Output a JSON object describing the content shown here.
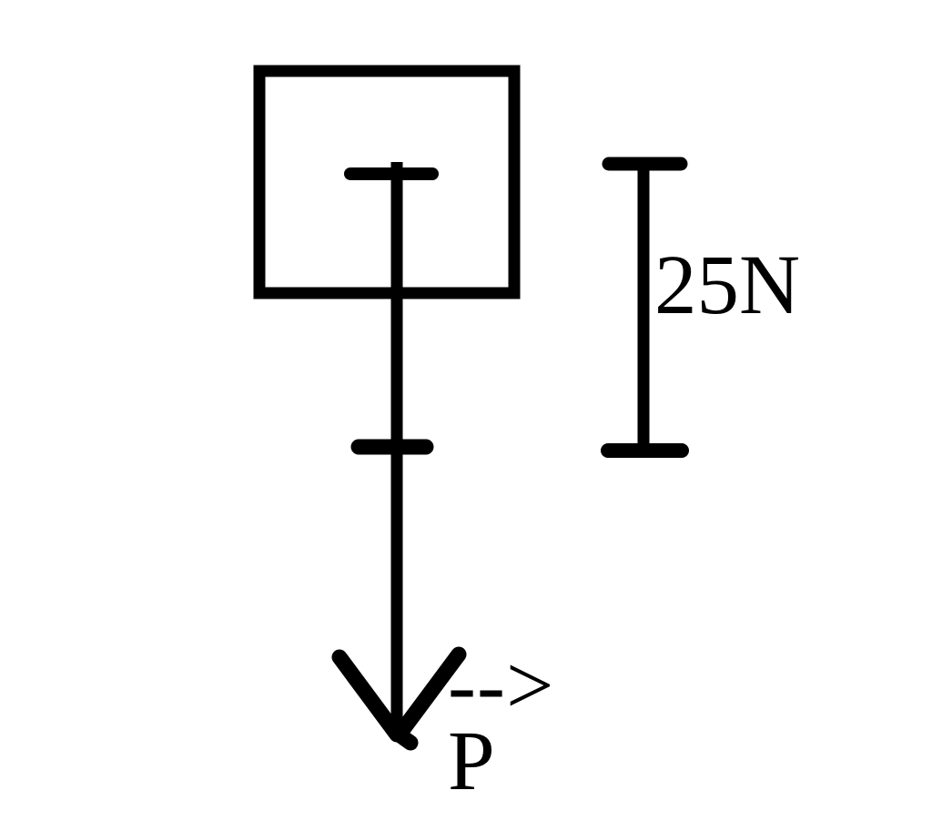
{
  "diagram": {
    "background_color": "#ffffff",
    "ink_color": "#000000",
    "block": {
      "shape": "square-outline"
    },
    "force_arrow": {
      "direction": "down",
      "label": "P",
      "label_pointer": "-->",
      "tick_count": 2
    },
    "scale_bar": {
      "label": "25N",
      "orientation": "vertical"
    }
  }
}
